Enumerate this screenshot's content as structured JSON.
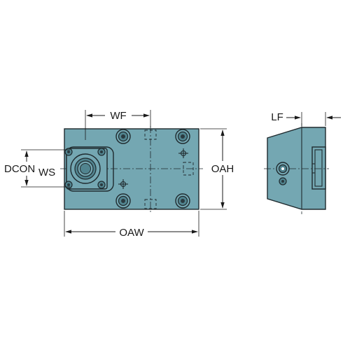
{
  "labels": {
    "wf": "WF",
    "lf": "LF",
    "oah": "OAH",
    "oaw": "OAW",
    "dcon_main": "DCON",
    "dcon_sub": "WS"
  },
  "colors": {
    "body_fill": "#74a7b2",
    "body_dark": "#51848f",
    "outline": "#1f2a2e"
  }
}
